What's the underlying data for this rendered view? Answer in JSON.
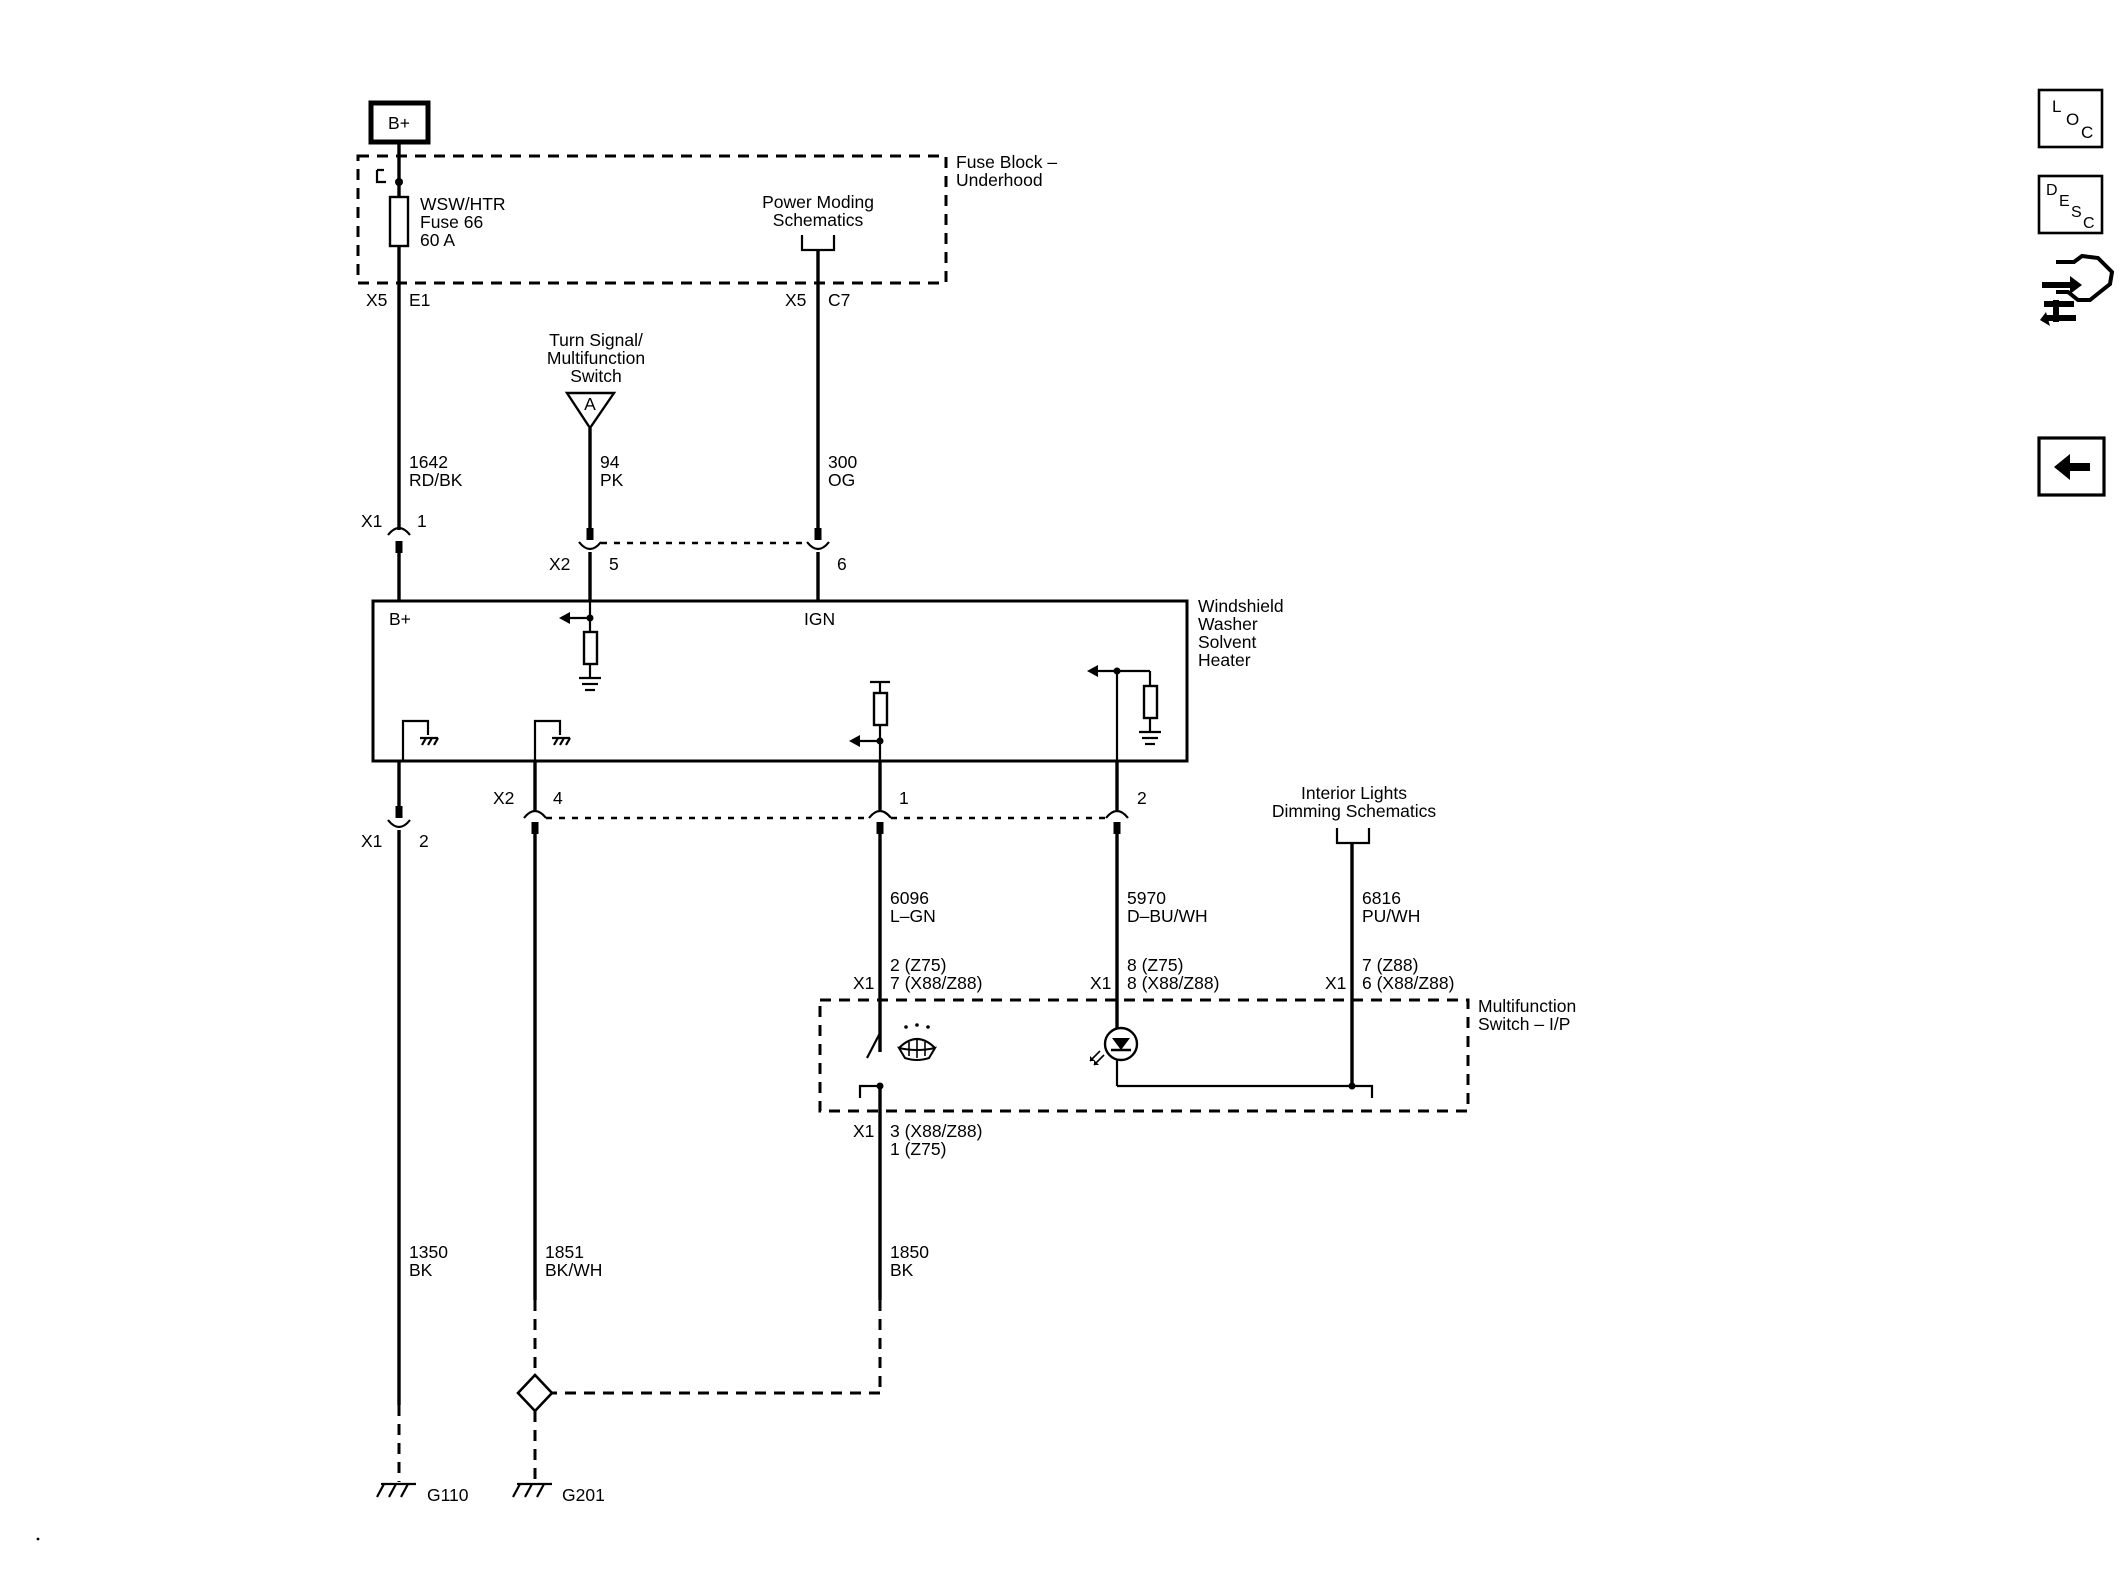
{
  "power": {
    "battery_label": "B+"
  },
  "fuse_block": {
    "title_line1": "Fuse Block –",
    "title_line2": "Underhood",
    "fuse_line1": "WSW/HTR",
    "fuse_line2": "Fuse 66",
    "fuse_line3": "60 A",
    "power_moding_line1": "Power Moding",
    "power_moding_line2": "Schematics",
    "conn_left_id": "X5",
    "conn_left_pin": "E1",
    "conn_right_id": "X5",
    "conn_right_pin": "C7"
  },
  "turn_signal": {
    "line1": "Turn Signal/",
    "line2": "Multifunction",
    "line3": "Switch",
    "ref": "A"
  },
  "wires": {
    "w1642_num": "1642",
    "w1642_color": "RD/BK",
    "w94_num": "94",
    "w94_color": "PK",
    "w300_num": "300",
    "w300_color": "OG",
    "w6096_num": "6096",
    "w6096_color": "L–GN",
    "w5970_num": "5970",
    "w5970_color": "D–BU/WH",
    "w6816_num": "6816",
    "w6816_color": "PU/WH",
    "w1350_num": "1350",
    "w1350_color": "BK",
    "w1851_num": "1851",
    "w1851_color": "BK/WH",
    "w1850_num": "1850",
    "w1850_color": "BK"
  },
  "heater": {
    "title_line1": "Windshield",
    "title_line2": "Washer",
    "title_line3": "Solvent",
    "title_line4": "Heater",
    "b_plus": "B+",
    "ign": "IGN",
    "x1_top": "X1",
    "x1_top_pin": "1",
    "x2_top": "X2",
    "x2_top_pin5": "5",
    "x2_top_pin6": "6",
    "x1_bot": "X1",
    "x1_bot_pin": "2",
    "x2_bot": "X2",
    "x2_bot_pin4": "4",
    "x2_bot_pin1": "1",
    "x2_bot_pin2": "2"
  },
  "interior_lights": {
    "line1": "Interior Lights",
    "line2": "Dimming Schematics"
  },
  "mf_switch": {
    "title_line1": "Multifunction",
    "title_line2": "Switch – I/P",
    "c1_id": "X1",
    "c1_line1": "2 (Z75)",
    "c1_line2": "7 (X88/Z88)",
    "c2_id": "X1",
    "c2_line1": "8 (Z75)",
    "c2_line2": "8 (X88/Z88)",
    "c3_id": "X1",
    "c3_line1": "7 (Z88)",
    "c3_line2": "6 (X88/Z88)",
    "c4_id": "X1",
    "c4_line1": "3 (X88/Z88)",
    "c4_line2": "1 (Z75)"
  },
  "grounds": {
    "g110": "G110",
    "g201": "G201"
  },
  "nav": {
    "loc_icon": "loc-icon",
    "desc_icon": "desc-icon",
    "connector_icon": "connector-tool-icon",
    "back_icon": "back-arrow-icon"
  }
}
